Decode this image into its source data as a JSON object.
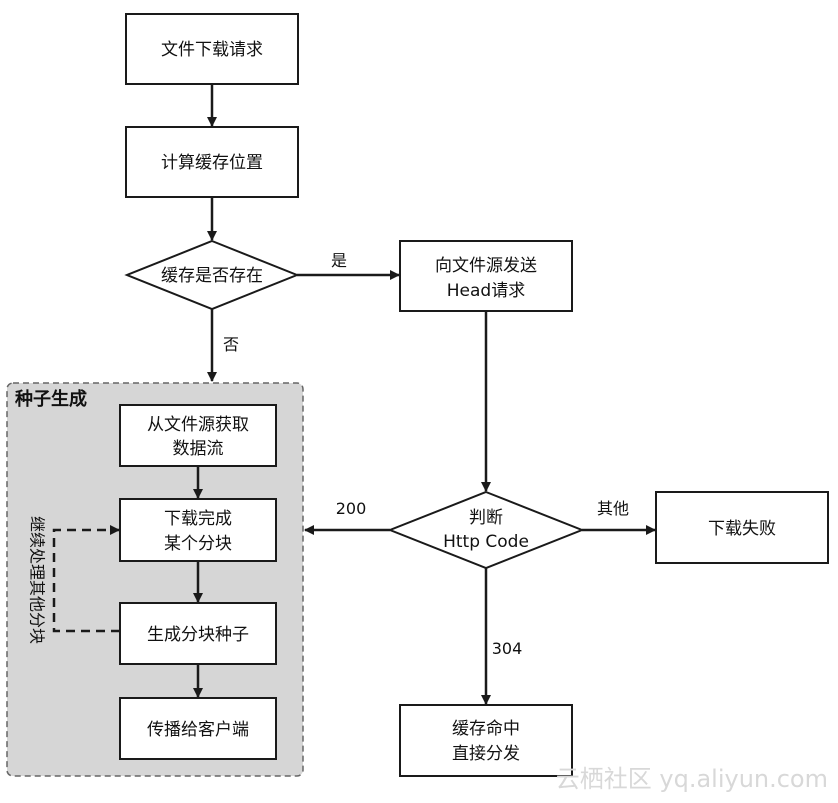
{
  "colors": {
    "background": "#ffffff",
    "stroke": "#1a1a1a",
    "group_fill": "#d6d6d6",
    "group_border": "#666666",
    "watermark": "#d8d8d8"
  },
  "nodes": {
    "download_request": "文件下载请求",
    "compute_cache_location": "计算缓存位置",
    "cache_exists": "缓存是否存在",
    "send_head_line1": "向文件源发送",
    "send_head_line2": "Head请求",
    "fetch_stream_line1": "从文件源获取",
    "fetch_stream_line2": "数据流",
    "block_done_line1": "下载完成",
    "block_done_line2": "某个分块",
    "generate_seed": "生成分块种子",
    "propagate_client": "传播给客户端",
    "judge_line1": "判断",
    "judge_line2": "Http Code",
    "download_failed": "下载失败",
    "cache_hit_line1": "缓存命中",
    "cache_hit_line2": "直接分发"
  },
  "edges": {
    "yes": "是",
    "no": "否",
    "code_200": "200",
    "code_other": "其他",
    "code_304": "304",
    "loop": "继续处理其他分块"
  },
  "group": {
    "title": "种子生成"
  },
  "watermark": "云栖社区 yq.aliyun.com"
}
